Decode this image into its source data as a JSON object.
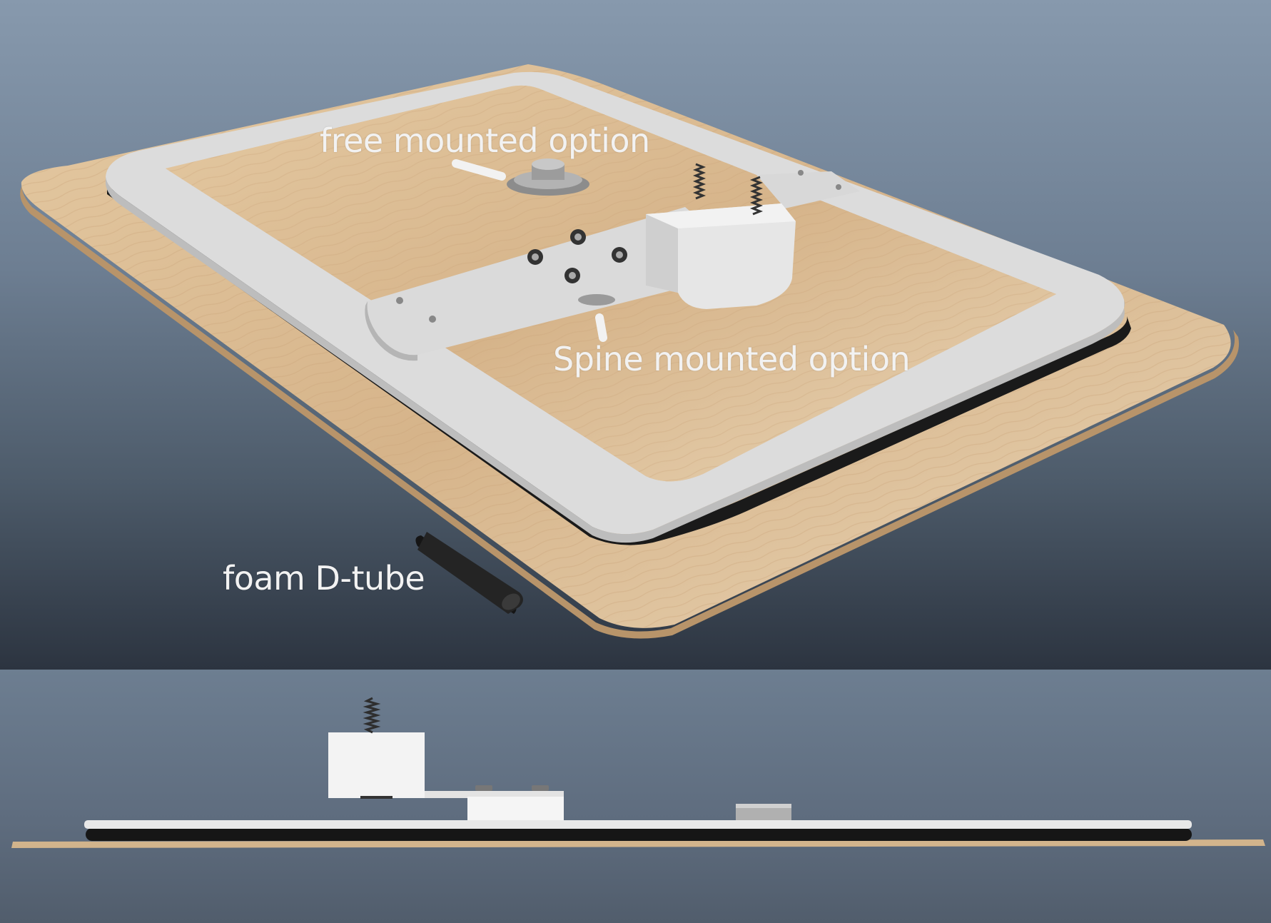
{
  "labels": {
    "free_mounted": "free mounted option",
    "spine_mounted": "Spine mounted option",
    "foam_tube": "foam D-tube"
  },
  "colors": {
    "wood": "#d8b890",
    "frame": "#dedede",
    "gasket": "#1c1c1c",
    "background_top": "#7d8fa4",
    "background_bottom": "#5e6c7e"
  }
}
